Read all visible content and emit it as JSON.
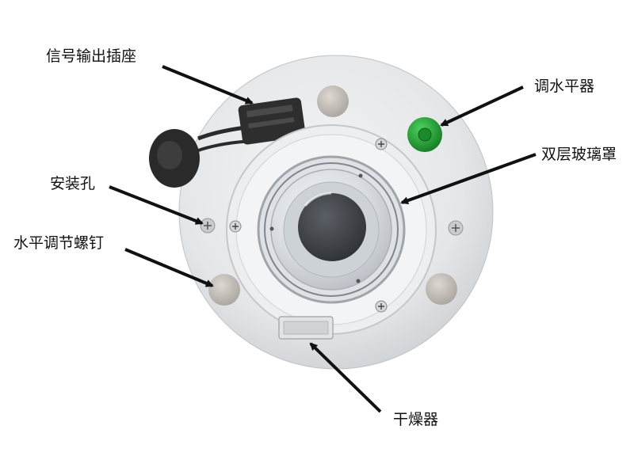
{
  "figure": {
    "description_visible": false,
    "labels": [
      "信号输出插座",
      "调水平器",
      "双层玻璃罩",
      "安装孔",
      "水平调节螺钉",
      "干燥器"
    ]
  },
  "colors": {
    "background": "#ffffff",
    "body": "#e9eaec",
    "body_shadow": "#c9ccd0",
    "dome": "#d6dade",
    "lens_dark": "#3c4044",
    "leveler_green": "#22a535",
    "connector": "#2b2b2b",
    "foot": "#cfcac2",
    "arrow": "#111111"
  }
}
